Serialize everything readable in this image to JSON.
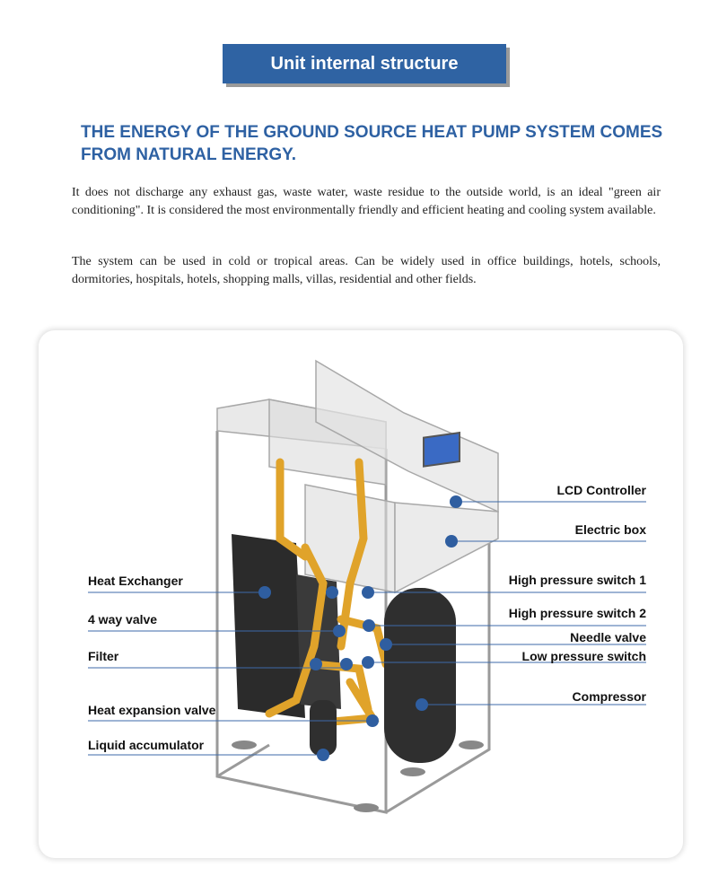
{
  "banner": {
    "title": "Unit internal structure"
  },
  "headline": "THE ENERGY OF THE GROUND SOURCE HEAT PUMP SYSTEM COMES FROM NATURAL ENERGY.",
  "paragraphs": [
    "It does not discharge any exhaust gas, waste water, waste residue to the outside world, is an ideal \"green air conditioning\". It is considered the most environmentally friendly and efficient heating and cooling system available.",
    "The system can be used in cold or tropical areas. Can be widely used in office buildings, hotels, schools, dormitories, hospitals, hotels, shopping malls, villas, residential and other fields."
  ],
  "diagram": {
    "labels_left": [
      "Heat Exchanger",
      "4 way valve",
      "Filter",
      "Heat expansion valve",
      "Liquid accumulator"
    ],
    "labels_right": [
      "LCD Controller",
      "Electric box",
      "High pressure switch 1",
      "High pressure switch 2",
      "Needle valve",
      "Low pressure switch",
      "Compressor"
    ]
  },
  "colors": {
    "accent": "#2f63a3",
    "headline": "#2e61a3",
    "pipe": "#e0a32a",
    "marker": "#2f5ea0"
  }
}
